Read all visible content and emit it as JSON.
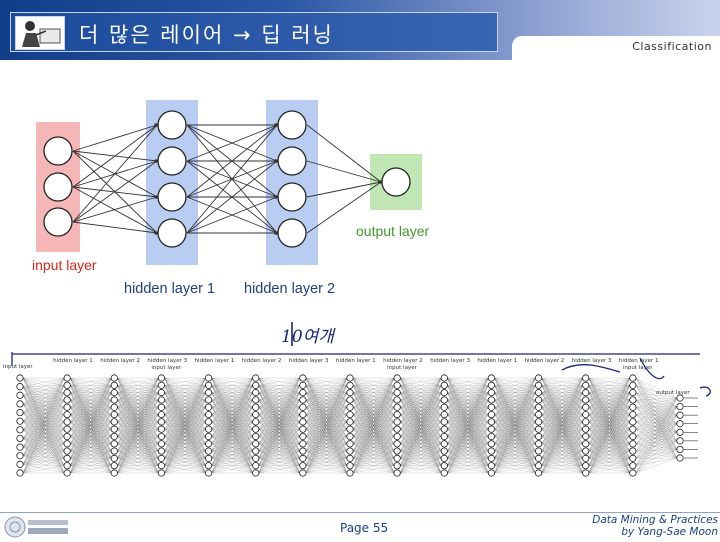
{
  "header": {
    "title": "더 많은 레이어 → 딥 러닝",
    "section": "Classification"
  },
  "top_diagram": {
    "labels": {
      "input": "input layer",
      "hidden1": "hidden layer 1",
      "hidden2": "hidden layer 2",
      "output": "output layer"
    },
    "layer_sizes": [
      3,
      4,
      4,
      1
    ],
    "colors": {
      "input": "#f4b6b6",
      "hidden": "#b9cdf3",
      "output": "#bfe6b3"
    }
  },
  "bottom_diagram": {
    "annotation": "10여개",
    "label_text": {
      "input_layer": "input layer",
      "hidden_layer_1": "hidden layer 1",
      "hidden_layer_2": "hidden layer 2",
      "hidden_layer_3": "hidden layer 3",
      "output_layer": "output layer"
    }
  },
  "footer": {
    "page": "Page 55",
    "credit_line1": "Data Mining & Practices",
    "credit_line2": "by Yang-Sae Moon"
  }
}
